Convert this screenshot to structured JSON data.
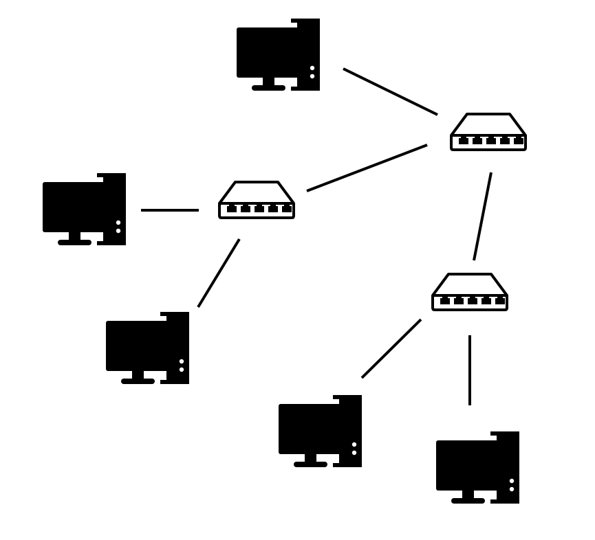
{
  "diagram": {
    "type": "network-topology",
    "colors": {
      "ink": "#000000",
      "background": "#ffffff"
    },
    "nodes": [
      {
        "id": "computer-1",
        "kind": "computer",
        "icon": "desktop-computer-icon"
      },
      {
        "id": "computer-2",
        "kind": "computer",
        "icon": "desktop-computer-icon"
      },
      {
        "id": "computer-3",
        "kind": "computer",
        "icon": "desktop-computer-icon"
      },
      {
        "id": "computer-4",
        "kind": "computer",
        "icon": "desktop-computer-icon"
      },
      {
        "id": "computer-5",
        "kind": "computer",
        "icon": "desktop-computer-icon"
      },
      {
        "id": "switch-1",
        "kind": "switch",
        "icon": "network-switch-icon"
      },
      {
        "id": "switch-2",
        "kind": "switch",
        "icon": "network-switch-icon"
      },
      {
        "id": "switch-3",
        "kind": "switch",
        "icon": "network-switch-icon"
      }
    ],
    "links": [
      {
        "from": "computer-1",
        "to": "switch-1"
      },
      {
        "from": "switch-1",
        "to": "switch-2"
      },
      {
        "from": "switch-1",
        "to": "switch-3"
      },
      {
        "from": "computer-2",
        "to": "switch-2"
      },
      {
        "from": "switch-2",
        "to": "computer-3"
      },
      {
        "from": "switch-3",
        "to": "computer-4"
      },
      {
        "from": "switch-3",
        "to": "computer-5"
      }
    ]
  }
}
